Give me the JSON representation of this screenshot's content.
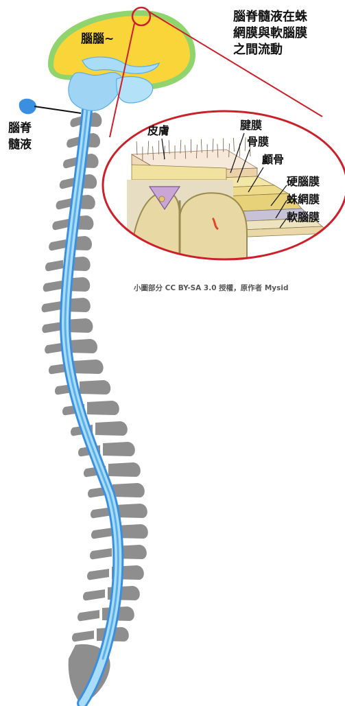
{
  "labels": {
    "brain": "腦腦~",
    "csf_line1": "腦脊",
    "csf_line2": "髓液",
    "note_line1": "腦脊髓液在蛛",
    "note_line2": "網膜與軟腦膜",
    "note_line3": "之間流動",
    "skin": "皮膚",
    "tendon": "腱膜",
    "bone": "骨膜",
    "skull": "顱骨",
    "dura": "硬腦膜",
    "arachnoid": "蛛網膜",
    "pia": "軟腦膜"
  },
  "credit": "小圖部分 CC BY-SA 3.0 授權，原作者 Mysid",
  "colors": {
    "brain_yellow": "#f9d53a",
    "brain_green": "#8fd46c",
    "csf_blue": "#9fd4f4",
    "csf_dark": "#3a8fe0",
    "vertebra": "#8e8e8e",
    "callout_red": "#cc1f2a"
  }
}
